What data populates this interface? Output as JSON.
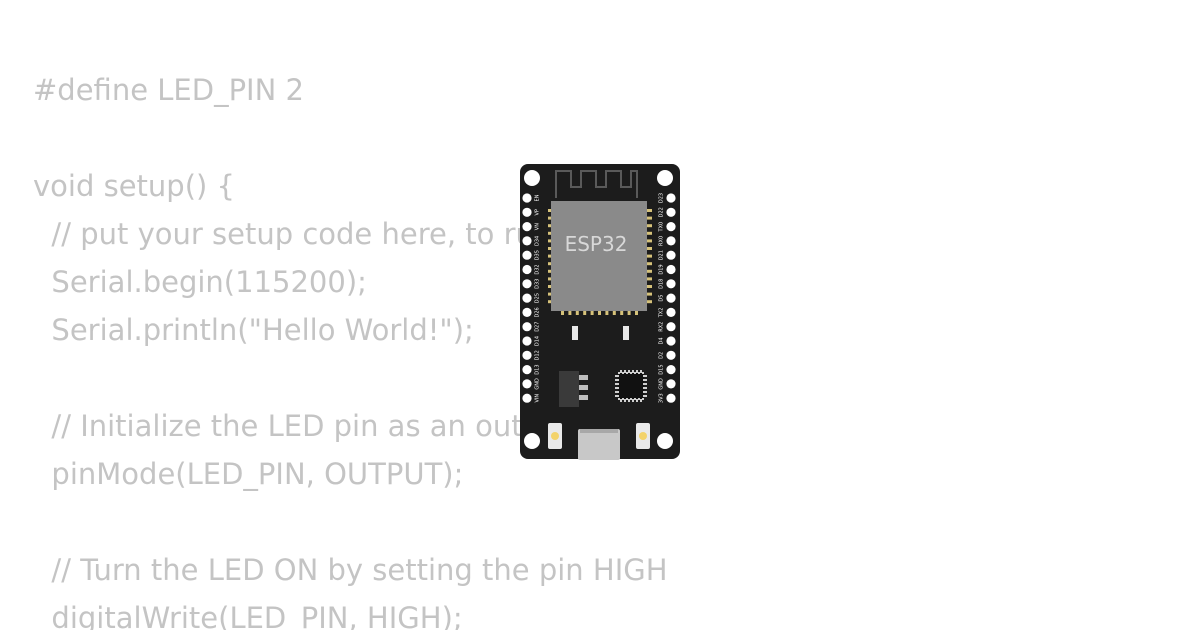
{
  "code_lines": [
    "#define LED_PIN 2",
    "",
    "void setup() {",
    "  // put your setup code here, to run once:",
    "  Serial.begin(115200);",
    "  Serial.println(\"Hello World!\");",
    "",
    "  // Initialize the LED pin as an output",
    "  pinMode(LED_PIN, OUTPUT);",
    "",
    "  // Turn the LED ON by setting the pin HIGH",
    "  digitalWrite(LED_PIN, HIGH);"
  ],
  "board": {
    "chip_label": "ESP32",
    "left_pins": [
      "EN",
      "VP",
      "VN",
      "D34",
      "D35",
      "D32",
      "D33",
      "D25",
      "D26",
      "D27",
      "D14",
      "D12",
      "D13",
      "GND",
      "VIN"
    ],
    "right_pins": [
      "D23",
      "D22",
      "TX0",
      "RX0",
      "D21",
      "D19",
      "D18",
      "D5",
      "TX2",
      "RX2",
      "D4",
      "D2",
      "D15",
      "GND",
      "3V3"
    ]
  },
  "colors": {
    "code_text": "#c4c4c4",
    "board_body": "#1c1c1c",
    "chip_body": "#8a8a8a",
    "chip_pads": "#d6c27a"
  }
}
